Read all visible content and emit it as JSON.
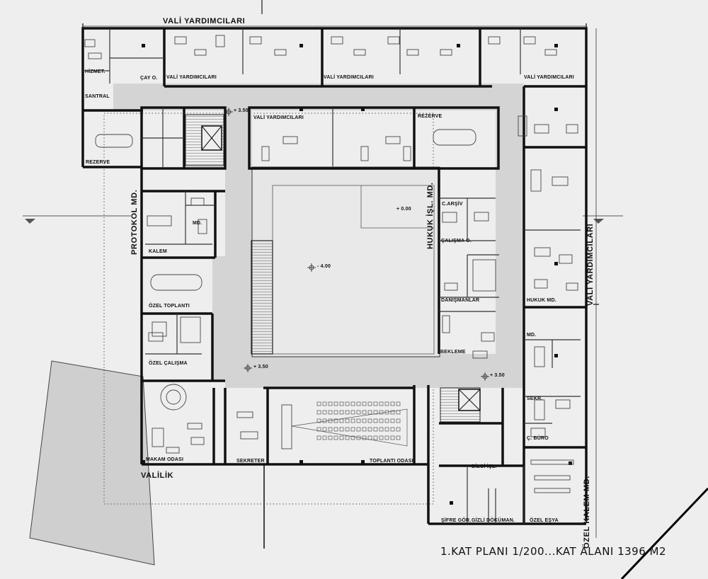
{
  "drawing": {
    "title": "1.KAT PLANI 1/200...KAT ALANI 1396 M2",
    "zone_labels": {
      "top": "VALİ YARDIMCILARI",
      "right_upper": "VALİ YARDIMCILARI",
      "right_lower": "ÖZEL KALEM MD.",
      "left": "PROTOKOL MD.",
      "center_right": "HUKUK İŞL. MD.",
      "bottom_left": "VALİLİK"
    },
    "rooms": {
      "hizmet": "HİZMET.",
      "santral": "SANTRAL",
      "cay": "ÇAY O.",
      "vy1": "VALİ YARDIMCILARI",
      "vy2": "VALİ YARDIMCILARI",
      "vy3": "VALİ YARDIMCILARI",
      "vy4": "VALİ YARDIMCILARI",
      "rezerve_left": "REZERVE",
      "rezerve_top": "REZERVE",
      "md_protokol": "MD.",
      "kalem": "KALEM",
      "ozel_toplanti": "ÖZEL TOPLANTI",
      "ozel_calisma": "ÖZEL ÇALIŞMA",
      "makam": "MAKAM ODASI",
      "sekreter": "SEKRETER",
      "toplanti": "TOPLANTI ODASI",
      "c_arsiv": "C.ARŞİV",
      "calisma_o": "ÇALIŞMA O.",
      "danismanlar": "DANIŞMANLAR",
      "bekleme": "BEKLEME",
      "hukuk_md": "HUKUK MD.",
      "md_right": "MD.",
      "sekr": "SEKR.",
      "c_buro": "Ç. BÜRO",
      "bilgi": "BİLGİ İŞL.",
      "sifre": "ŞİFRE GÖR.",
      "gizli": "GİZLİ DÖKÜMAN.",
      "ozel_esya": "ÖZEL EŞYA"
    },
    "elevations": {
      "upper_left": "+ 3.50",
      "courtyard": "+ 0.00",
      "atrium": "- 4.00",
      "lower_left": "+ 3.50",
      "lower_right": "+ 3.50"
    }
  }
}
